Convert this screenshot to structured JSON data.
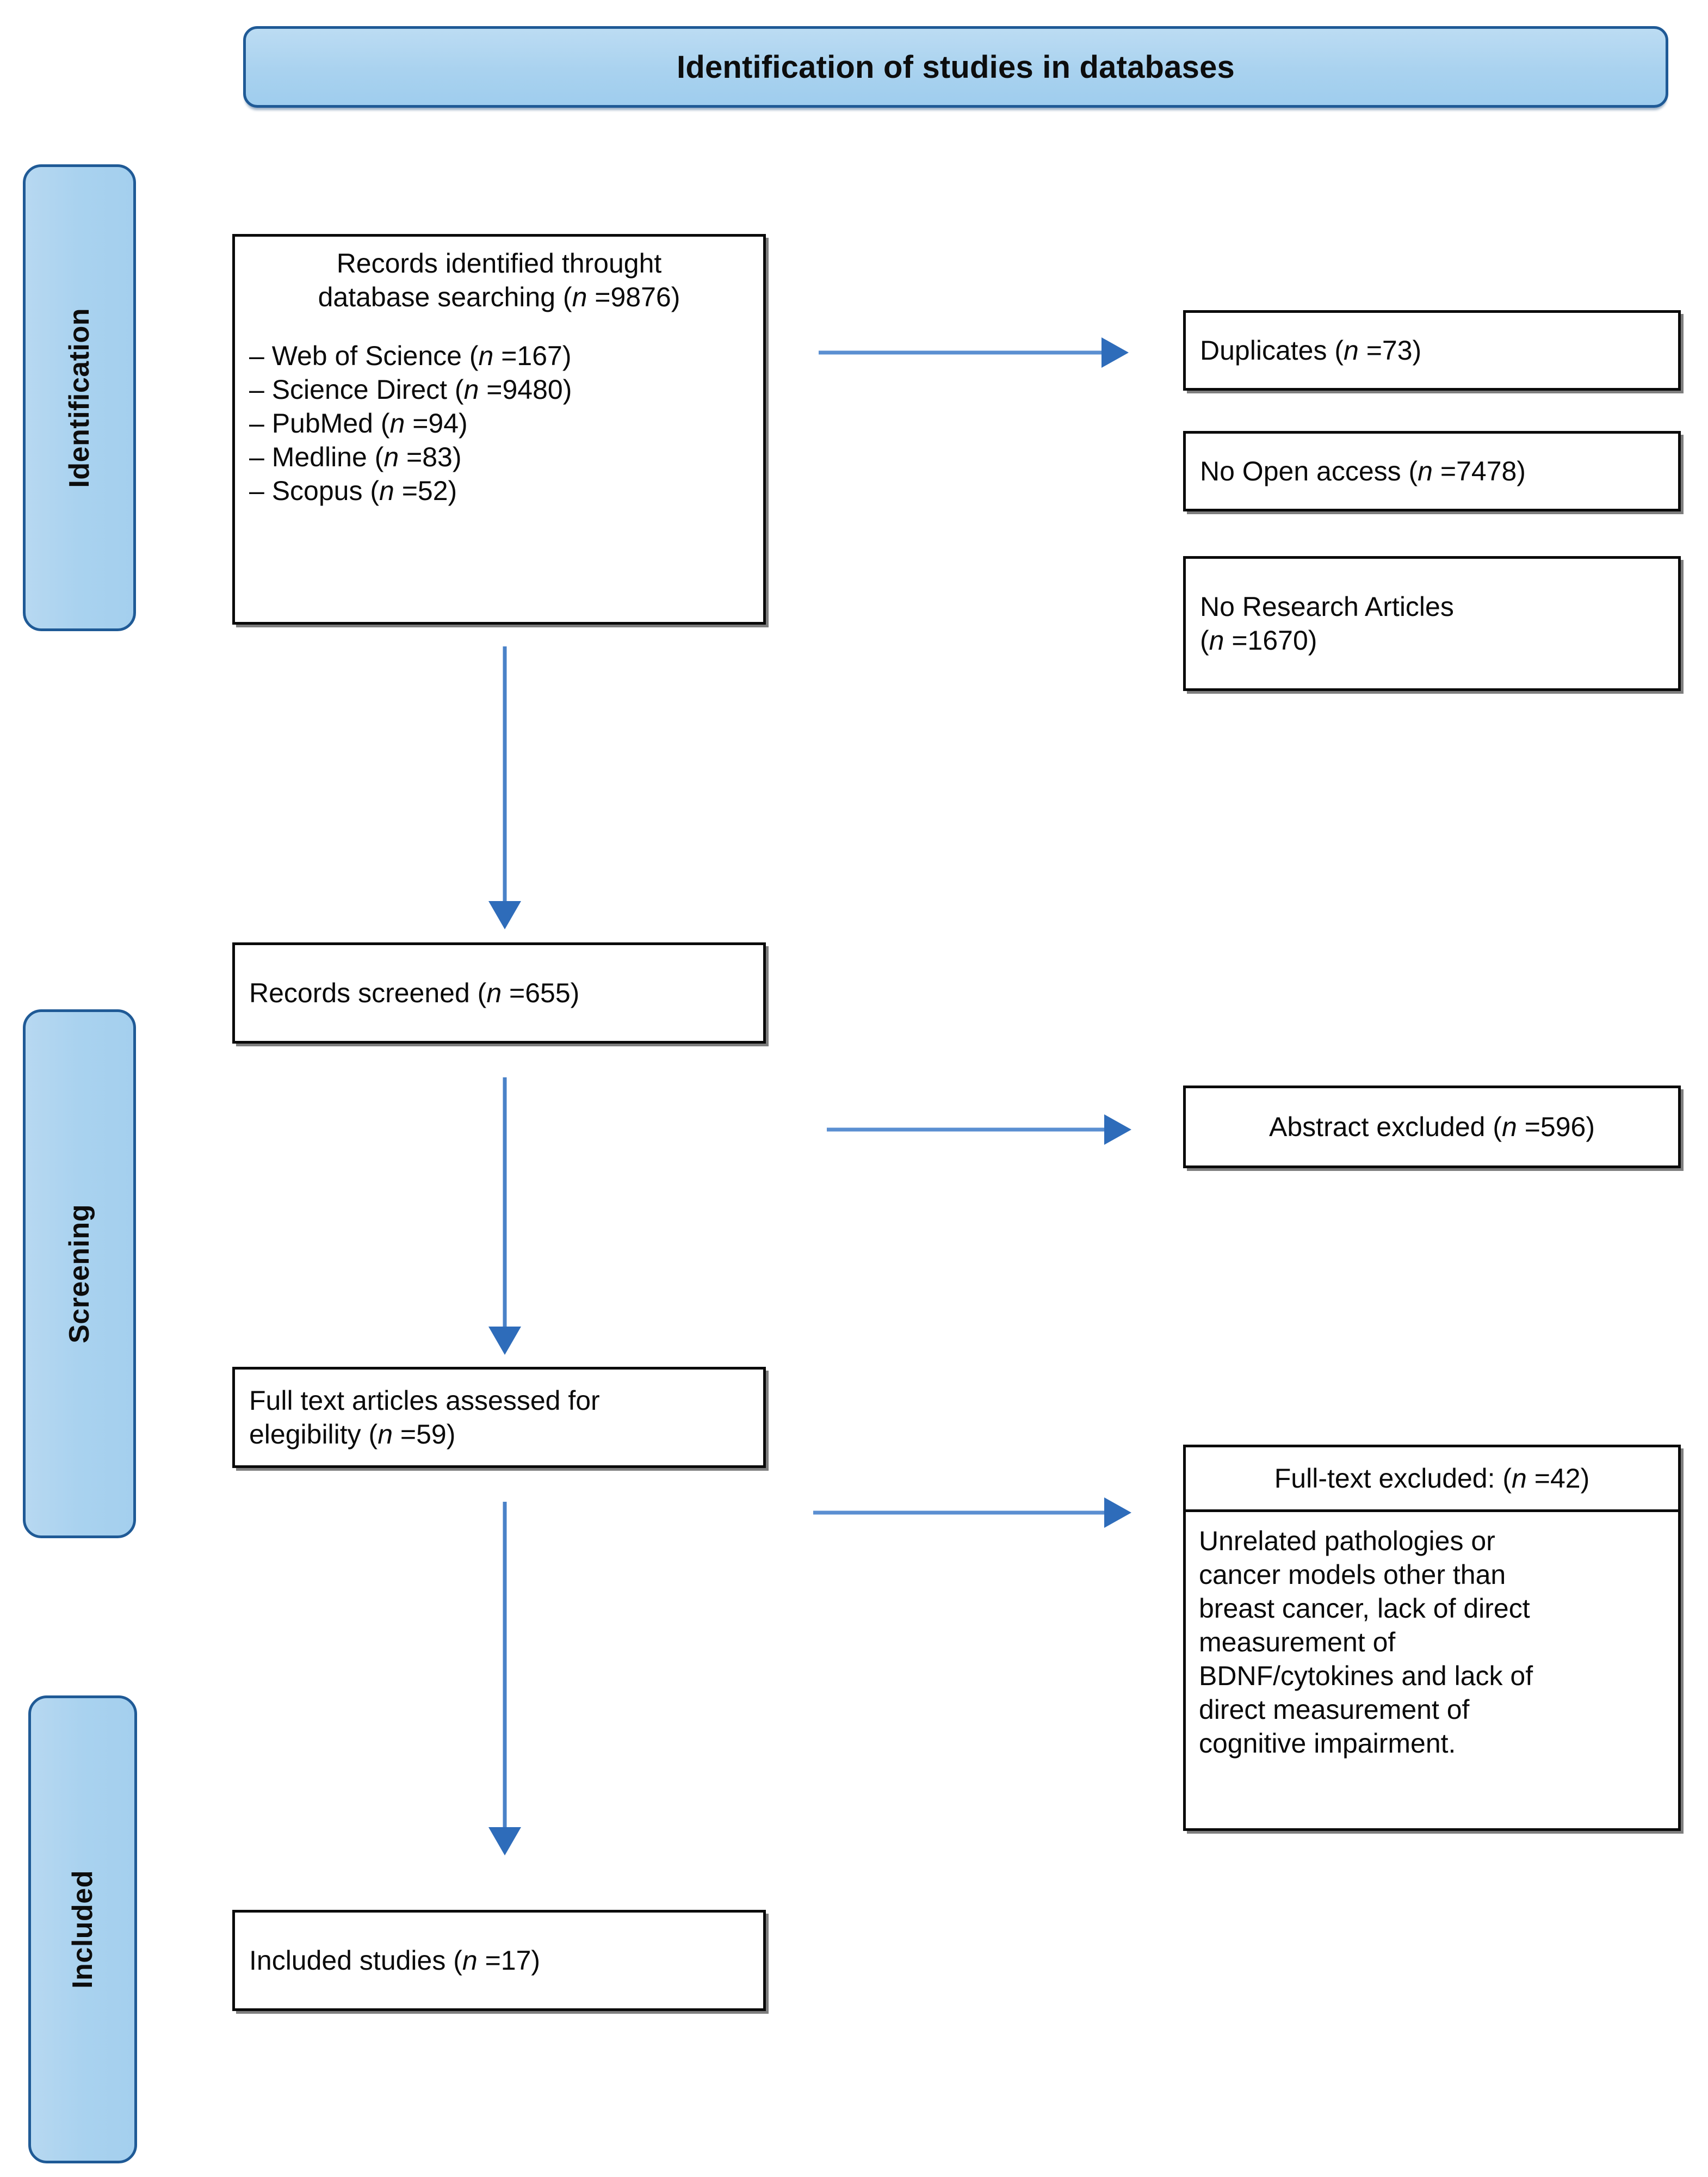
{
  "diagram": {
    "title": "Identification of studies in databases",
    "colors": {
      "banner_fill": "#a9d2ef",
      "banner_border": "#1f5a96",
      "rail_fill": "#a9d2ef",
      "rail_border": "#1f5a96",
      "box_border": "#0a0a0a",
      "box_fill": "#ffffff",
      "arrow_line": "#5b8fd1",
      "arrow_head": "#2e6cba"
    },
    "stages": [
      {
        "key": "identification",
        "label": "Identification"
      },
      {
        "key": "screening",
        "label": "Screening"
      },
      {
        "key": "included",
        "label": "Included"
      }
    ],
    "boxes": {
      "records_identified": {
        "heading_line1": "Records identified throught",
        "heading_line2": "database searching (",
        "heading_n": "n",
        "heading_value": " =9876)",
        "sources": [
          {
            "prefix": "– Web of Science (",
            "n": "n",
            "value": " =167)"
          },
          {
            "prefix": "– Science Direct (",
            "n": "n",
            "value": " =9480)"
          },
          {
            "prefix": "– PubMed (",
            "n": "n",
            "value": " =94)"
          },
          {
            "prefix": "– Medline (",
            "n": "n",
            "value": " =83)"
          },
          {
            "prefix": "– Scopus (",
            "n": "n",
            "value": " =52)"
          }
        ]
      },
      "records_screened": {
        "prefix": "Records screened (",
        "n": "n",
        "value": " =655)"
      },
      "fulltext_assessed": {
        "line1": "Full text articles assessed for",
        "line2_prefix": "elegibility (",
        "n": "n",
        "line2_value": " =59)"
      },
      "included_studies": {
        "prefix": "Included studies (",
        "n": "n",
        "value": " =17)"
      },
      "duplicates": {
        "prefix": "Duplicates (",
        "n": "n",
        "value": " =73)"
      },
      "no_open_access": {
        "prefix": "No Open access (",
        "n": "n",
        "value": " =7478)"
      },
      "no_research_articles": {
        "line1": "No Research Articles",
        "line2_prefix": "(",
        "n": "n",
        "line2_value": " =1670)"
      },
      "abstract_excluded": {
        "prefix": "Abstract excluded (",
        "n": "n",
        "value": " =596)"
      },
      "fulltext_excluded": {
        "head_prefix": "Full-text excluded: (",
        "head_n": "n",
        "head_value": " =42)",
        "body_lines": [
          "Unrelated pathologies or",
          "cancer models other than",
          "breast cancer, lack of direct",
          "measurement of",
          "BDNF/cytokines and lack of",
          "direct measurement of",
          "cognitive impairment."
        ]
      }
    },
    "arrows": [
      {
        "key": "identified-to-duplicates",
        "direction": "right"
      },
      {
        "key": "identified-to-screened",
        "direction": "down"
      },
      {
        "key": "screened-to-abstract-excluded",
        "direction": "right"
      },
      {
        "key": "screened-to-fulltext",
        "direction": "down"
      },
      {
        "key": "fulltext-to-excluded",
        "direction": "right"
      },
      {
        "key": "fulltext-to-included",
        "direction": "down"
      }
    ]
  }
}
